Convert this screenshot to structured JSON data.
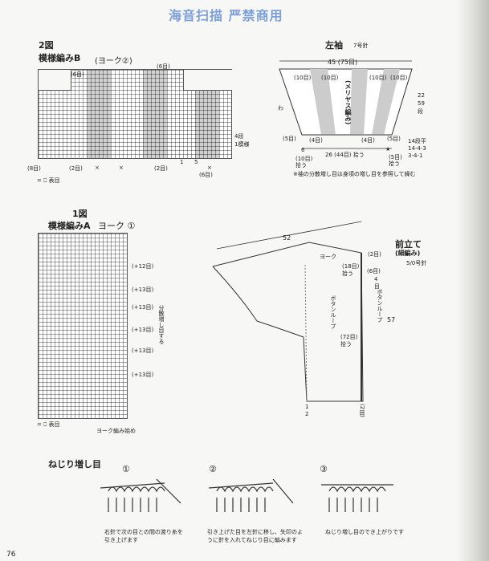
{
  "watermark": "海音扫描 严禁商用",
  "page_number": "76",
  "fig2": {
    "title": "2図",
    "subtitle": "模様編みB",
    "yoke": "(ヨーク②)",
    "label_6_top": "(6目)",
    "label_6_left": "(6目)",
    "side_note": "4段\n1模様",
    "bottom_8": "(8目)",
    "bottom_2a": "(2目)",
    "bottom_x1": "×",
    "bottom_x2": "×",
    "bottom_2b": "(2目)",
    "bottom_1": "1",
    "bottom_5": "5",
    "bottom_x3": "×",
    "bottom_6": "(6目)",
    "legend": "= ⎕ 表目"
  },
  "sleeve": {
    "title": "左袖",
    "needle": "7号針",
    "width": "45 (75目)",
    "pattern": "(メリヤス編み)",
    "label_10a": "(10目)",
    "label_10b": "(10目)",
    "label_10c": "(10目)",
    "label_10d": "(10目)",
    "label_5a": "(5目)",
    "label_4a": "(4目)",
    "label_4b": "(4目)",
    "label_5b": "(5目)",
    "height": "22\n59\n段",
    "rows": "14段平\n14-4-3\n3-4-1",
    "bottom_6": "6",
    "bottom_26": "26 (44目) 拾う",
    "bottom_10": "(10目)\n拾う",
    "bottom_5": "(5目)\n拾う",
    "star": "★",
    "wa": "わ",
    "note": "※袖の分散増し目は身頃の増し目を参照して繰む"
  },
  "fig1": {
    "title": "1図",
    "subtitle": "模様編みA",
    "yoke": "ヨーク ①",
    "inc": [
      "(+12目)",
      "(+13目)",
      "(+13目)",
      "(+13目)",
      "(+13目)",
      "(+13目)"
    ],
    "vertical_label": "分散増し目する",
    "legend": "= ⎕ 表目",
    "start": "ヨーク編み始め"
  },
  "body": {
    "width": "52",
    "yoke": "ヨーク",
    "band_title": "前立て",
    "band_sub": "(細編み)",
    "band_needle": "5/0号針",
    "label_2": "(2目)",
    "label_18": "(18目)\n拾う",
    "label_6": "(6目)",
    "label_4": "4\n目",
    "button_loop_left": "ボタンループ",
    "button_loop_right": "ボタンループ",
    "label_72": "(72目)\n拾う",
    "height": "57",
    "bottom_left": "1\n2",
    "bottom_right": "(2目)"
  },
  "twist": {
    "title": "ねじり増し目",
    "step1": "①",
    "step2": "②",
    "step3": "③",
    "cap1": "右針で次の目との間の渡り糸を\n引き上げます",
    "cap2": "引き上げた目を左針に移し、矢印のよ\nうに針を入れてねじり目に編みます",
    "cap3": "ねじり増し目のでき上がりです"
  }
}
